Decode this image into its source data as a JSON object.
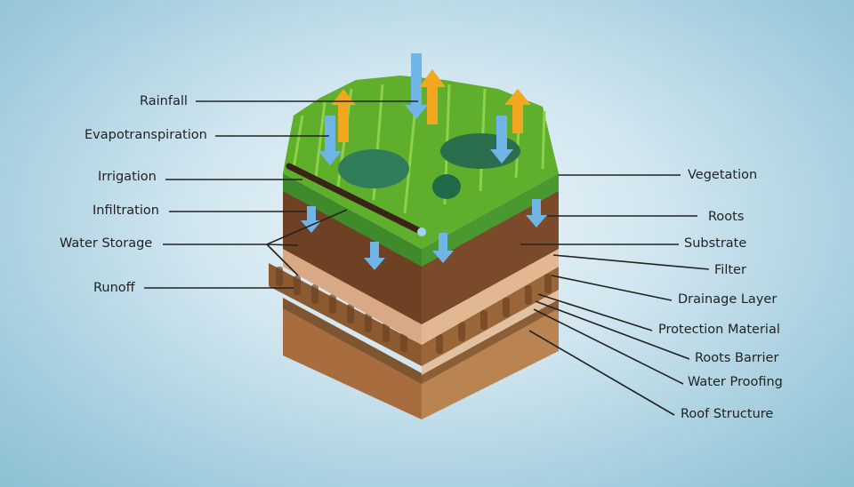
{
  "left_labels": {
    "rainfall": "Rainfall",
    "evapotranspiration": "Evapotranspiration",
    "irrigation": "Irrigation",
    "infiltration": "Infiltration",
    "water_storage": "Water Storage",
    "runoff": "Runoff"
  },
  "right_labels": {
    "vegetation": "Vegetation",
    "roots": "Roots",
    "substrate": "Substrate",
    "filter": "Filter",
    "drainage_layer": "Drainage Layer",
    "protection_material": "Protection Material",
    "roots_barrier": "Roots Barrier",
    "water_proofing": "Water Proofing",
    "roof_structure": "Roof Structure"
  },
  "colors": {
    "grass": "#5fae2c",
    "soil": "#7a4a2a",
    "filter": "#d9a985",
    "drainage": "#9a6638",
    "structure": "#b27a4a",
    "water": "#6fb6e6",
    "evaporation": "#f2a71e"
  }
}
